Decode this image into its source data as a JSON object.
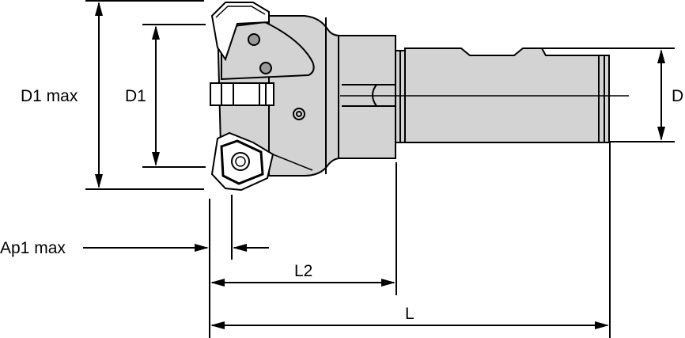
{
  "colors": {
    "body_fill": "#d3d3d3",
    "line": "#000000",
    "background": "#ffffff",
    "screw_fill": "#9a9a9a"
  },
  "dimensions": {
    "d1_max": {
      "label": "D1 max"
    },
    "d1": {
      "label": "D1"
    },
    "d": {
      "label": "D"
    },
    "ap1_max": {
      "label": "Ap1 max"
    },
    "l2": {
      "label": "L2"
    },
    "l": {
      "label": "L"
    }
  }
}
